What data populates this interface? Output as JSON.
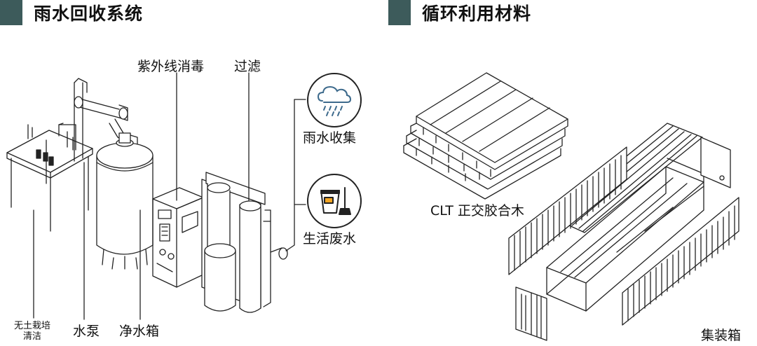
{
  "headers": {
    "left": "雨水回收系统",
    "right": "循环利用材料"
  },
  "labels": {
    "uv": "紫外线消毒",
    "filter": "过滤",
    "rain_collect": "雨水收集",
    "domestic_water": "生活废水",
    "hydroponic": "无土栽培清洁",
    "pump": "水泵",
    "tank": "净水箱",
    "clt": "CLT 正交胶合木",
    "container": "集装箱"
  },
  "icons": [
    "rain-cloud-icon",
    "bucket-mop-icon"
  ],
  "colors": {
    "header_bar": "#3d5b5b",
    "line": "#222222"
  }
}
